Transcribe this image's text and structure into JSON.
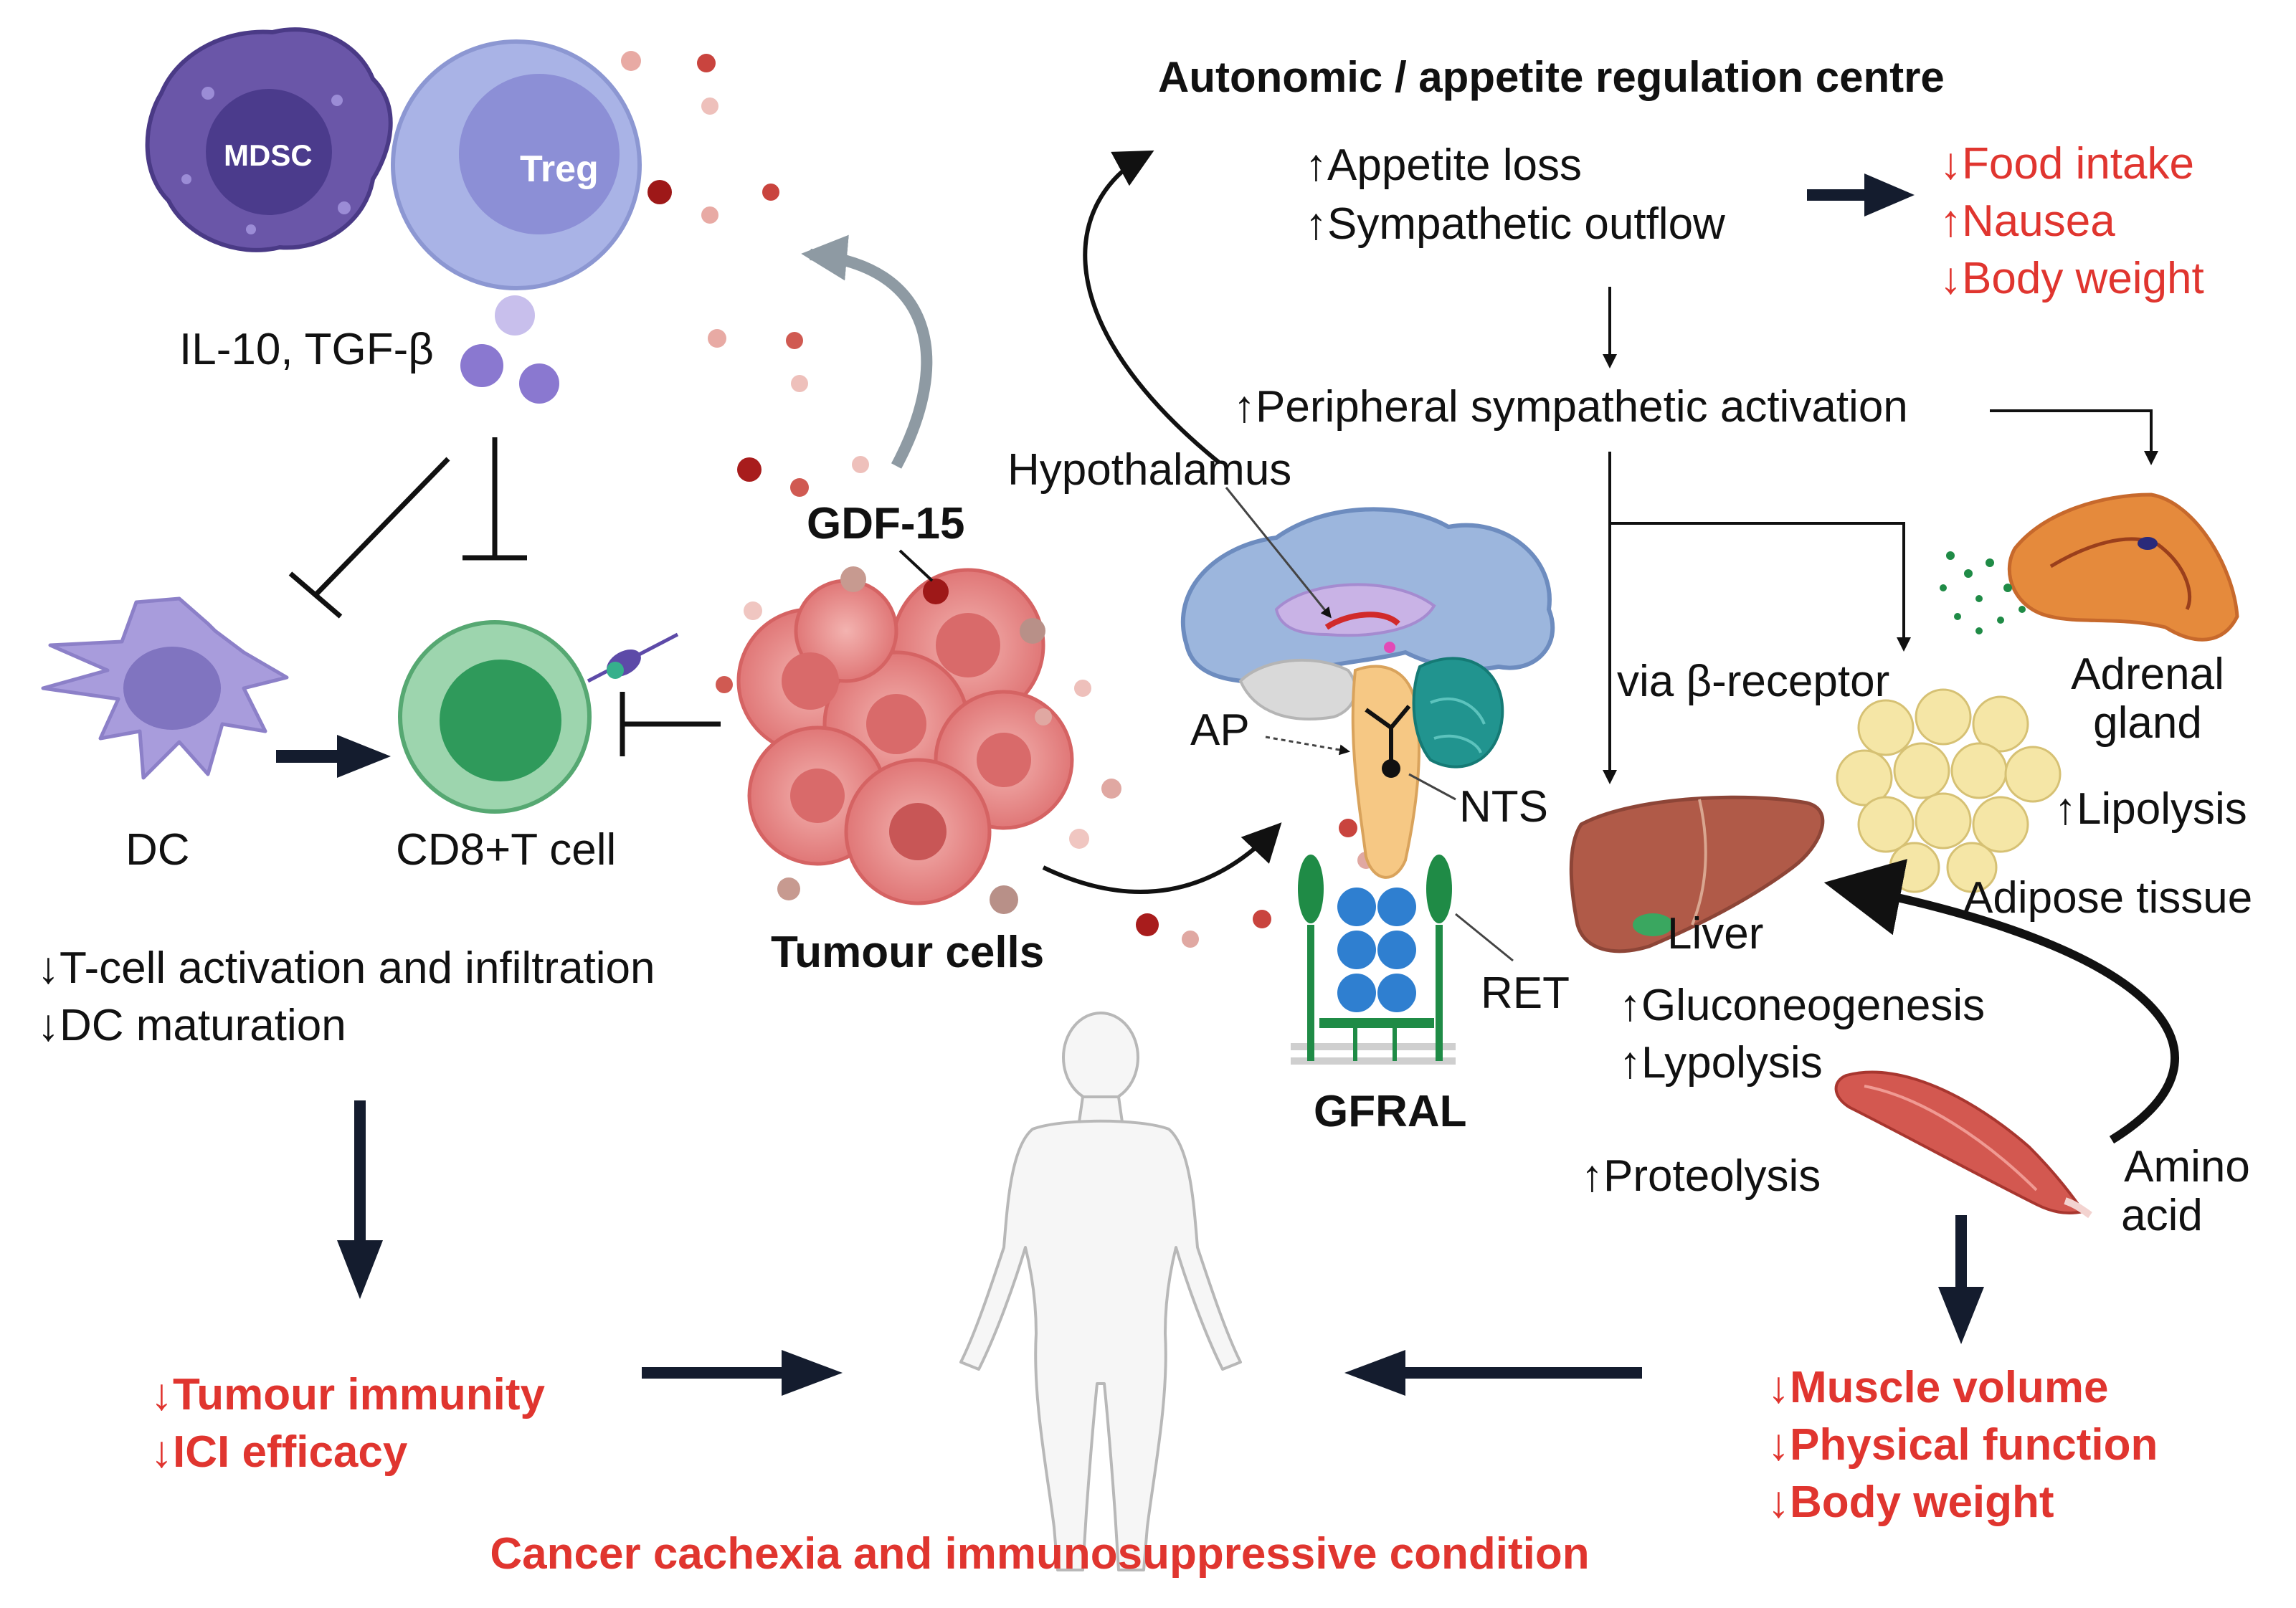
{
  "colors": {
    "red_text": "#e0352f",
    "arrow_dark": "#111111",
    "arrow_navy": "#141c2e",
    "arrow_grey": "#8e9aa3",
    "mdsc": "#6a56a8",
    "treg": "#a9b3e6",
    "cd8": "#74c08f",
    "dc": "#a89cdc",
    "tumour": "#e88585",
    "brain": "#9cb6dd",
    "liver": "#b05a48",
    "adrenal": "#e58a3c",
    "adipose": "#f5e6a6",
    "muscle": "#d35850",
    "gfral": "#2f7fd0",
    "gfral_stalk": "#1f8b46"
  },
  "title": "Autonomic / appetite regulation centre",
  "central": {
    "items": [
      "↑Appetite loss",
      "↑Sympathetic outflow"
    ],
    "effects": [
      "↓Food intake",
      "↑Nausea",
      "↓Body weight"
    ],
    "peripheral": "↑Peripheral sympathetic activation",
    "beta": "via β-receptor"
  },
  "immune": {
    "mdsc": "MDSC",
    "treg": "Treg",
    "cytokines": "IL-10, TGF-β",
    "dc": "DC",
    "cd8": "CD8+T cell",
    "effects": [
      "↓T-cell activation and infiltration",
      "↓DC maturation"
    ],
    "outcomes": [
      "↓Tumour immunity",
      "↓ICI efficacy"
    ]
  },
  "tumour": {
    "gdf15": "GDF-15",
    "label": "Tumour cells"
  },
  "brain": {
    "hypothalamus": "Hypothalamus",
    "ap": "AP",
    "nts": "NTS",
    "ret": "RET",
    "gfral": "GFRAL"
  },
  "organs": {
    "adrenal": [
      "Adrenal",
      "gland"
    ],
    "lipolysis": "↑Lipolysis",
    "adipose": "Adipose tissue",
    "liver": "Liver",
    "liver_effects": [
      "↑Gluconeogenesis",
      "↑Lypolysis"
    ],
    "proteolysis": "↑Proteolysis",
    "amino": [
      "Amino",
      "acid"
    ],
    "muscle_outcomes": [
      "↓Muscle volume",
      "↓Physical function",
      "↓Body weight"
    ]
  },
  "footer": "Cancer cachexia and immunosuppressive condition"
}
